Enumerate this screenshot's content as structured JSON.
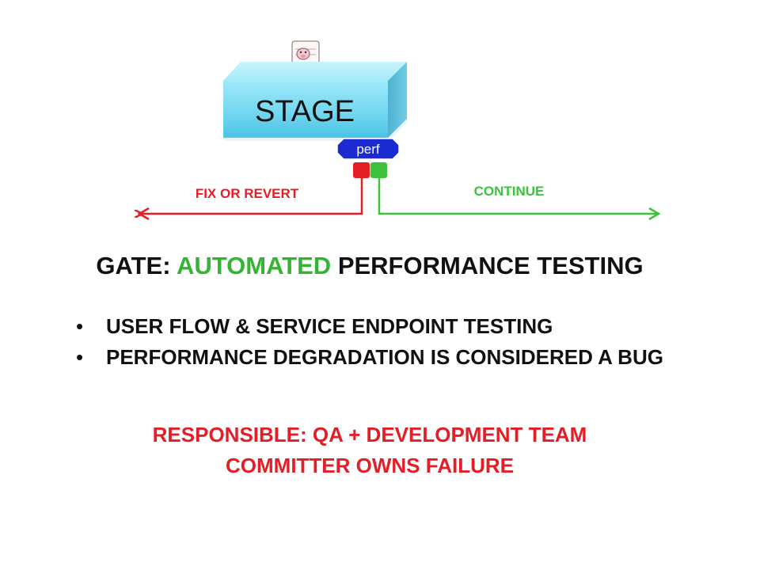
{
  "stage_label": "STAGE",
  "gate_label": "perf",
  "fail_label": "FIX OR REVERT",
  "pass_label": "CONTINUE",
  "title": {
    "prefix": "GATE:",
    "highlight": "AUTOMATED",
    "suffix": "PERFORMANCE TESTING"
  },
  "bullets": [
    "USER FLOW & SERVICE ENDPOINT TESTING",
    "PERFORMANCE DEGRADATION IS CONSIDERED A BUG"
  ],
  "responsible": [
    "RESPONSIBLE: QA + DEVELOPMENT TEAM",
    "COMMITTER OWNS FAILURE"
  ],
  "colors": {
    "fail": "#e41e26",
    "pass": "#3cc23c",
    "highlight": "#33b533",
    "gate": "#1c2bd0",
    "stage_front": "#74dcf2",
    "stage_top": "#aeeefb",
    "stage_side": "#55b8d4"
  },
  "icons": {
    "mascot": "piggy-mascot-icon"
  }
}
